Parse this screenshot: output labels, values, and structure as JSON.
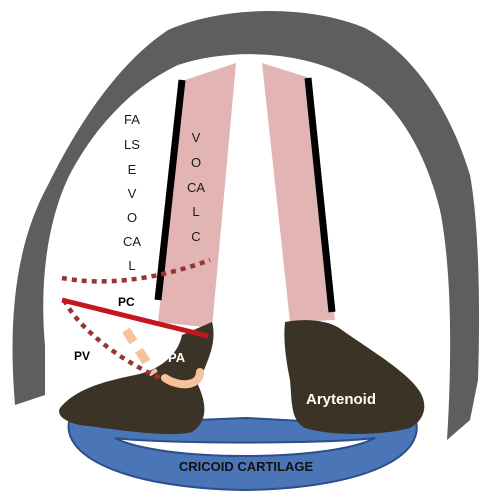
{
  "colors": {
    "thyroid": "#5e5e5e",
    "fold": "#e3b4b4",
    "fold_edge": "#000000",
    "arytenoid": "#3b3426",
    "cricoid_fill": "#4a76b8",
    "cricoid_edge": "#2c4e8a",
    "pc_muscle": "#c4161c",
    "dotted": "#9a3434",
    "pa_band": "#f5c29a"
  },
  "labels": {
    "false_vocal": [
      "FA",
      "LS",
      "E",
      "V",
      "O",
      "CA",
      "L"
    ],
    "vocal": [
      "V",
      "O",
      "CA",
      "L",
      "C"
    ],
    "pc": "PC",
    "pv": "PV",
    "pa": "PA",
    "arytenoid": "Arytenoid",
    "cricoid": "CRICOID CARTILAGE"
  }
}
